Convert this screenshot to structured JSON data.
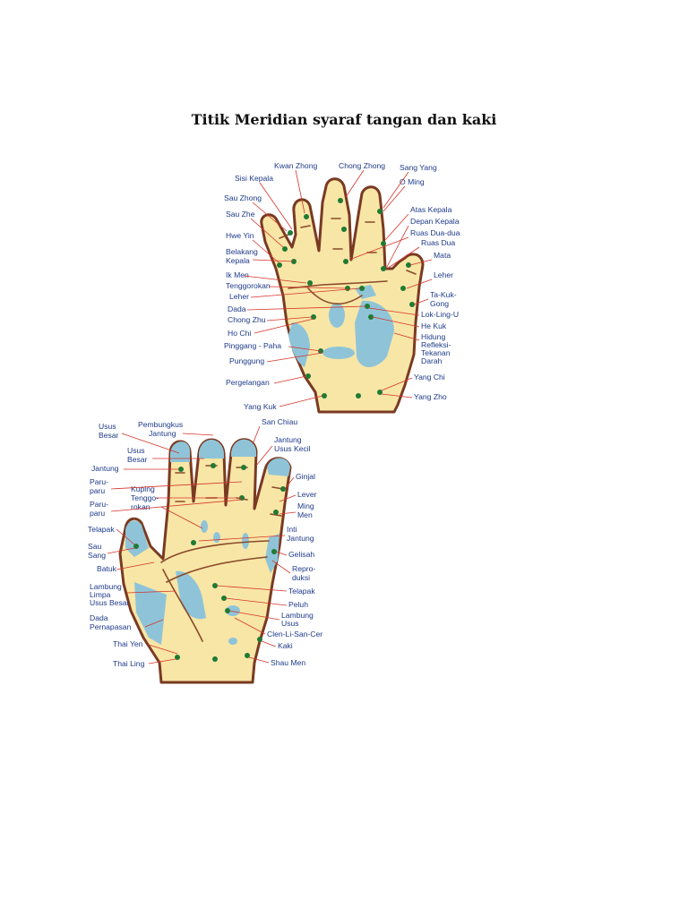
{
  "title": "Titik Meridian syaraf tangan dan kaki",
  "colors": {
    "skin": "#f8e6a6",
    "outline": "#7a3a22",
    "zone": "#8fc4d8",
    "point": "#1f7a34",
    "leader": "#d6342a",
    "label": "#1e3a8a"
  },
  "hand1": {
    "labels": [
      "Kwan Zhong",
      "Chong Zhong",
      "Sang Yang",
      "Sisi Kepala",
      "O Ming",
      "Sau Zhong",
      "Atas Kepala",
      "Sau Zhe",
      "Depan Kepala",
      "Ruas Dua-dua",
      "Hwe Yin",
      "Ruas Dua",
      "Belakang",
      "Kepala",
      "Mata",
      "Ik Men",
      "Leher",
      "Tenggorokan",
      "Ta-Kuk-",
      "Gong",
      "Leher",
      "Dada",
      "Lok-Ling-U",
      "Chong Zhu",
      "He Kuk",
      "Ho Chi",
      "Hidung",
      "Refleksi-",
      "Pinggang - Paha",
      "Tekanan",
      "Punggung",
      "Darah",
      "Yang Chi",
      "Pergelangan",
      "Yang Zho",
      "Yang Kuk"
    ]
  },
  "hand2": {
    "labels": [
      "San Chiau",
      "Usus",
      "Pembungkus",
      "Besar",
      "Jantung",
      "Jantung",
      "Usus Kecil",
      "Usus",
      "Besar",
      "Jantung",
      "Ginjal",
      "Paru-",
      "Kuping",
      "paru",
      "Tenggo-",
      "Lever",
      "rokan",
      "Paru-",
      "Ming",
      "paru",
      "Men",
      "Telapak",
      "Inti",
      "Jantung",
      "Sau",
      "Sang",
      "Gelisah",
      "Batuk",
      "Repro-",
      "duksi",
      "Lambung",
      "Telapak",
      "Limpa",
      "Usus Besar",
      "Peluh",
      "Dada",
      "Lambung",
      "Pernapasan",
      "Usus",
      "Clen-Li-San-Cer",
      "Thai Yen",
      "Kaki",
      "Thai Ling",
      "Shau Men"
    ]
  }
}
